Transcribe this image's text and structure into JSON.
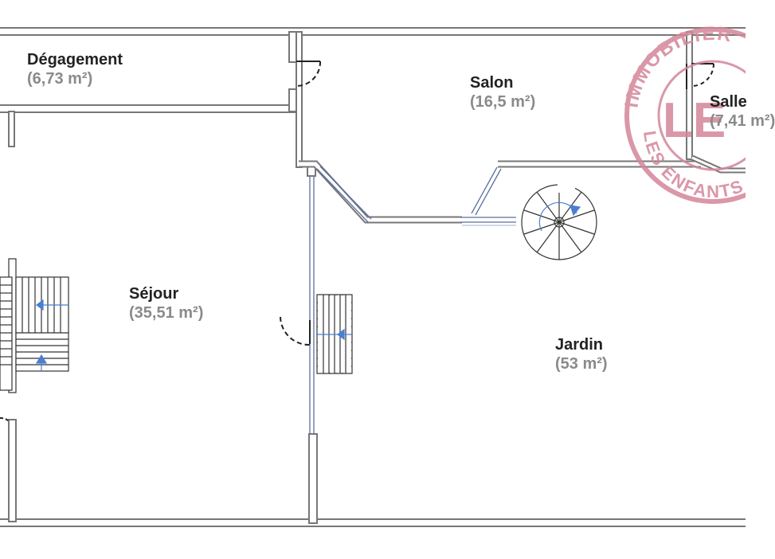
{
  "rooms": {
    "degagement": {
      "name": "Dégagement",
      "area": "(6,73 m²)"
    },
    "salon": {
      "name": "Salon",
      "area": "(16,5 m²)"
    },
    "salle": {
      "name": "Salle",
      "area": "(7,41 m²)"
    },
    "sejour": {
      "name": "Séjour",
      "area": "(35,51 m²)"
    },
    "jardin": {
      "name": "Jardin",
      "area": "(53 m²)"
    }
  },
  "watermark": {
    "top_text": "IMMOBILIER",
    "bottom_text": "LES ENFANTS",
    "logo_letters": "LE",
    "color": "#d4869a"
  },
  "colors": {
    "wall": "#7a7a7a",
    "wall_fill": "#ffffff",
    "window": "#5b6f9e",
    "arrow": "#4a7fd0",
    "door": "#222222"
  }
}
